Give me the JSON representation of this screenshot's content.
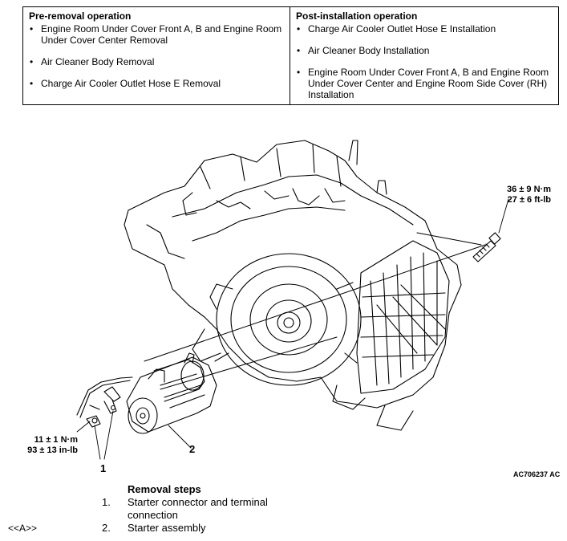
{
  "pre_removal": {
    "heading": "Pre-removal operation",
    "items": [
      "Engine Room Under Cover Front A, B and Engine Room Under Cover Center Removal",
      "Air Cleaner Body Removal",
      "Charge Air Cooler Outlet Hose E Removal"
    ]
  },
  "post_installation": {
    "heading": "Post-installation operation",
    "items": [
      "Charge Air Cooler Outlet Hose E Installation",
      "Air Cleaner Body Installation",
      "Engine Room Under Cover Front A, B and Engine Room Under Cover Center and Engine Room Side Cover (RH) Installation"
    ]
  },
  "figure": {
    "torque_bolt": [
      "36 ± 9 N·m",
      "27 ± 6 ft-lb"
    ],
    "torque_terminal": [
      "11 ± 1 N·m",
      "93 ± 13 in-lb"
    ],
    "callout_1": "1",
    "callout_2": "2",
    "code": "AC706237 AC"
  },
  "removal": {
    "title": "Removal steps",
    "steps": [
      {
        "num": "1.",
        "text": "Starter connector and terminal connection"
      },
      {
        "num": "2.",
        "text": "Starter assembly",
        "ref": "<<A>>"
      }
    ]
  }
}
